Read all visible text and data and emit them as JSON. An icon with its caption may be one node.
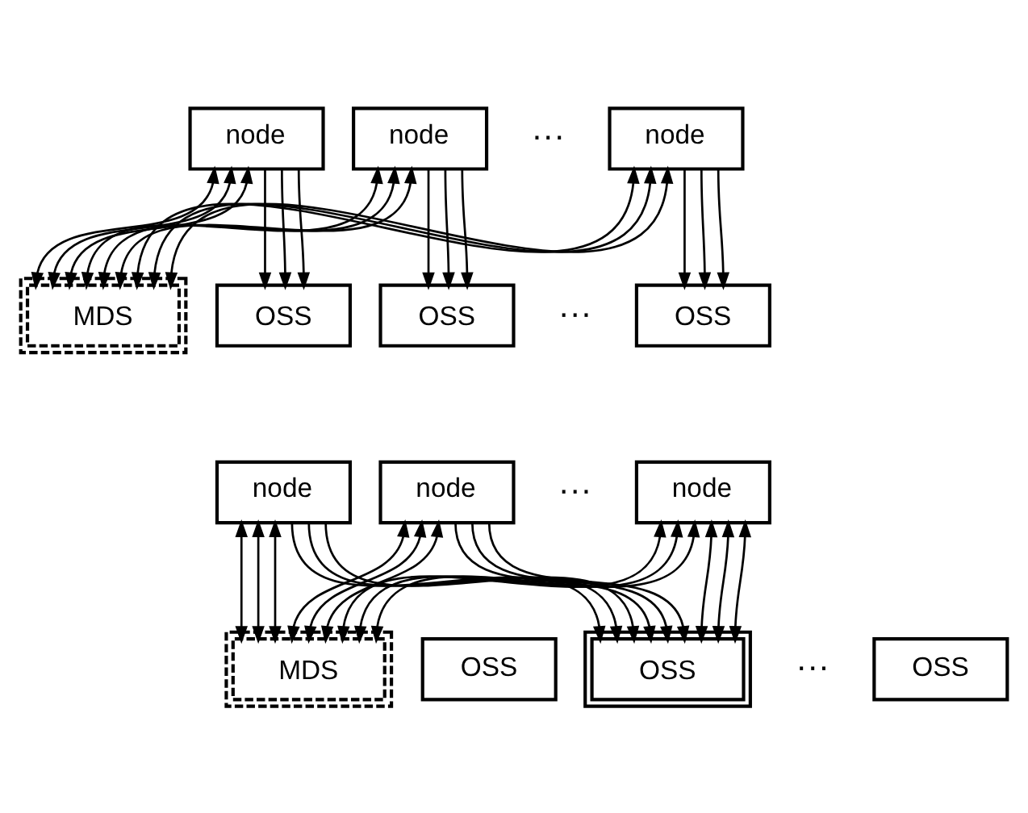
{
  "diagram": {
    "nodes": [
      {
        "text": [
          "node"
        ]
      },
      {
        "text": [
          "node"
        ]
      },
      {
        "text": [
          "node"
        ]
      },
      {
        "text": [
          "MDS"
        ]
      },
      {
        "text": [
          "OSS"
        ]
      },
      {
        "text": [
          "OSS"
        ]
      },
      {
        "text": [
          "OSS"
        ]
      },
      {
        "text": [
          "node"
        ]
      },
      {
        "text": [
          "node"
        ]
      },
      {
        "text": [
          "node"
        ]
      },
      {
        "text": [
          "MDS"
        ]
      },
      {
        "text": [
          "OSS"
        ]
      },
      {
        "text": [
          "OSS"
        ]
      },
      {
        "text": [
          "OSS"
        ]
      }
    ],
    "edges": [
      {
        "from": 0,
        "to": 3,
        "arrow": "both"
      },
      {
        "from": 0,
        "to": 3,
        "arrow": "both"
      },
      {
        "from": 0,
        "to": 3,
        "arrow": "both"
      },
      {
        "from": 0,
        "to": 4,
        "arrow": "to"
      },
      {
        "from": 0,
        "to": 4,
        "arrow": "to"
      },
      {
        "from": 0,
        "to": 4,
        "arrow": "to"
      },
      {
        "from": 1,
        "to": 3,
        "arrow": "both"
      },
      {
        "from": 1,
        "to": 3,
        "arrow": "both"
      },
      {
        "from": 1,
        "to": 3,
        "arrow": "both"
      },
      {
        "from": 1,
        "to": 5,
        "arrow": "to"
      },
      {
        "from": 1,
        "to": 5,
        "arrow": "to"
      },
      {
        "from": 1,
        "to": 5,
        "arrow": "to"
      },
      {
        "from": 2,
        "to": 3,
        "arrow": "both"
      },
      {
        "from": 2,
        "to": 3,
        "arrow": "both"
      },
      {
        "from": 2,
        "to": 3,
        "arrow": "both"
      },
      {
        "from": 2,
        "to": 6,
        "arrow": "to"
      },
      {
        "from": 2,
        "to": 6,
        "arrow": "to"
      },
      {
        "from": 2,
        "to": 6,
        "arrow": "to"
      },
      {
        "from": 7,
        "to": 10,
        "arrow": "both"
      },
      {
        "from": 7,
        "to": 10,
        "arrow": "both"
      },
      {
        "from": 7,
        "to": 10,
        "arrow": "both"
      },
      {
        "from": 7,
        "to": 12,
        "arrow": "to"
      },
      {
        "from": 7,
        "to": 12,
        "arrow": "to"
      },
      {
        "from": 7,
        "to": 12,
        "arrow": "to"
      },
      {
        "from": 8,
        "to": 10,
        "arrow": "both"
      },
      {
        "from": 8,
        "to": 10,
        "arrow": "both"
      },
      {
        "from": 8,
        "to": 10,
        "arrow": "both"
      },
      {
        "from": 8,
        "to": 12,
        "arrow": "to"
      },
      {
        "from": 8,
        "to": 12,
        "arrow": "to"
      },
      {
        "from": 8,
        "to": 12,
        "arrow": "to"
      },
      {
        "from": 9,
        "to": 10,
        "arrow": "both"
      },
      {
        "from": 9,
        "to": 10,
        "arrow": "both"
      },
      {
        "from": 9,
        "to": 10,
        "arrow": "both"
      },
      {
        "from": 9,
        "to": 12,
        "arrow": "both"
      },
      {
        "from": 9,
        "to": 12,
        "arrow": "both"
      },
      {
        "from": 9,
        "to": 12,
        "arrow": "both"
      }
    ],
    "labels": [
      "···",
      "···",
      "···",
      "···"
    ]
  }
}
